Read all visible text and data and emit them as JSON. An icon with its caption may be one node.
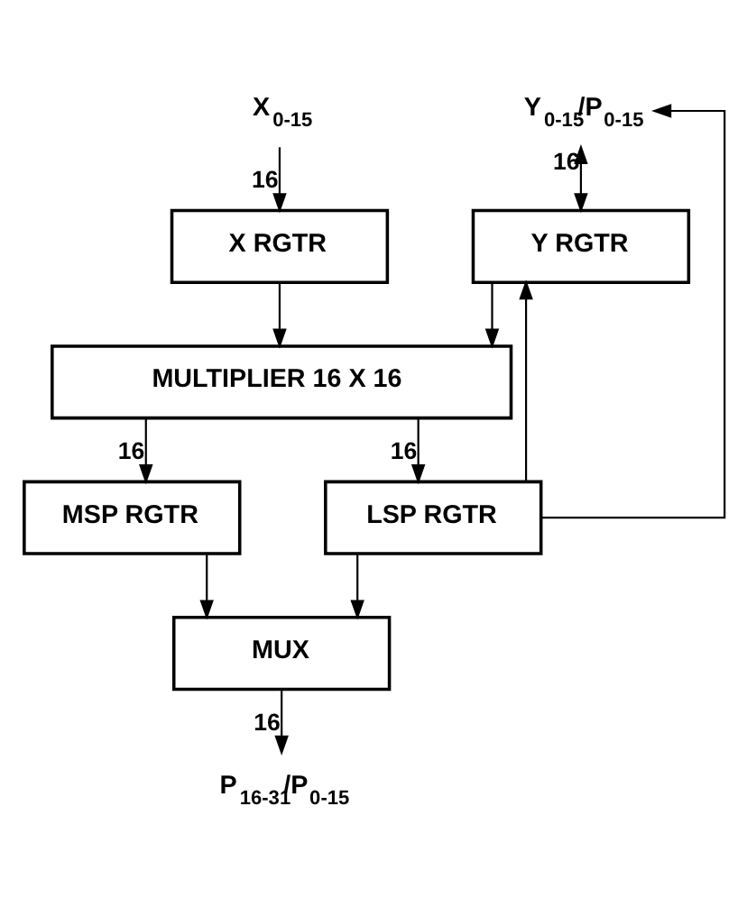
{
  "diagram": {
    "nodes": [
      {
        "text": [
          "X$_{0-15}$"
        ]
      },
      {
        "text": [
          "Y$_{0-15}$/P$_{0-15}$"
        ]
      },
      {
        "text": [
          "X RGTR"
        ]
      },
      {
        "text": [
          "Y RGTR"
        ]
      },
      {
        "text": [
          "MULTIPLIER 16 X 16"
        ]
      },
      {
        "text": [
          "MSP RGTR"
        ]
      },
      {
        "text": [
          "LSP RGTR"
        ]
      },
      {
        "text": [
          "MUX"
        ]
      },
      {
        "text": [
          "P$_{16-31}$/P$_{0-15}$"
        ]
      }
    ],
    "edges": [
      {
        "from": 0,
        "to": 2,
        "arrow": "to",
        "label": "16"
      },
      {
        "from": 1,
        "to": 3,
        "arrow": "both",
        "label": "16"
      },
      {
        "from": 6,
        "to": 1,
        "arrow": "to"
      },
      {
        "from": 6,
        "to": 3,
        "arrow": "to"
      },
      {
        "from": 2,
        "to": 4,
        "arrow": "to"
      },
      {
        "from": 3,
        "to": 4,
        "arrow": "to"
      },
      {
        "from": 4,
        "to": 5,
        "arrow": "to",
        "label": "16"
      },
      {
        "from": 4,
        "to": 6,
        "arrow": "to",
        "label": "16"
      },
      {
        "from": 5,
        "to": 7,
        "arrow": "to"
      },
      {
        "from": 6,
        "to": 7,
        "arrow": "to"
      },
      {
        "from": 7,
        "to": 8,
        "arrow": "to",
        "label": "16"
      }
    ]
  }
}
